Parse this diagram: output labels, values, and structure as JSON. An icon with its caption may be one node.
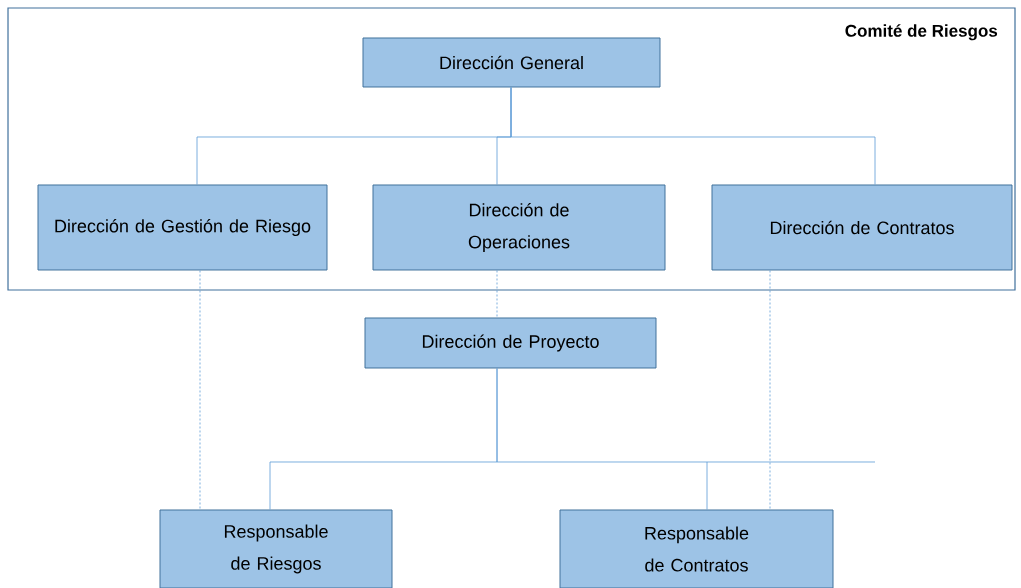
{
  "diagram": {
    "nodes": [
      {
        "text": [
          "Comité de Riesgos"
        ]
      },
      {
        "text": [
          "Dirección General"
        ],
        "in": 0
      },
      {
        "text": [
          "Dirección de Gestión de Riesgo"
        ],
        "in": 0
      },
      {
        "text": [
          "Dirección de Operaciones"
        ],
        "in": 0
      },
      {
        "text": [
          "Dirección de Contratos"
        ],
        "in": 0
      },
      {
        "text": [
          "Dirección de Proyecto"
        ]
      },
      {
        "text": [
          "Responsable de Riesgos"
        ]
      },
      {
        "text": [
          "Responsable de Contratos"
        ]
      }
    ],
    "edges": [
      {
        "from": 1,
        "to": 2,
        "arrow": "none"
      },
      {
        "from": 1,
        "to": 3,
        "arrow": "none"
      },
      {
        "from": 1,
        "to": 4,
        "arrow": "none"
      },
      {
        "from": 2,
        "to": 6,
        "arrow": "none",
        "style": "dashed"
      },
      {
        "from": 3,
        "to": 5,
        "arrow": "none",
        "style": "dashed"
      },
      {
        "from": 4,
        "to": 7,
        "arrow": "none",
        "style": "dashed"
      },
      {
        "from": 5,
        "to": 6,
        "arrow": "none"
      },
      {
        "from": 5,
        "to": 7,
        "arrow": "none"
      }
    ]
  }
}
